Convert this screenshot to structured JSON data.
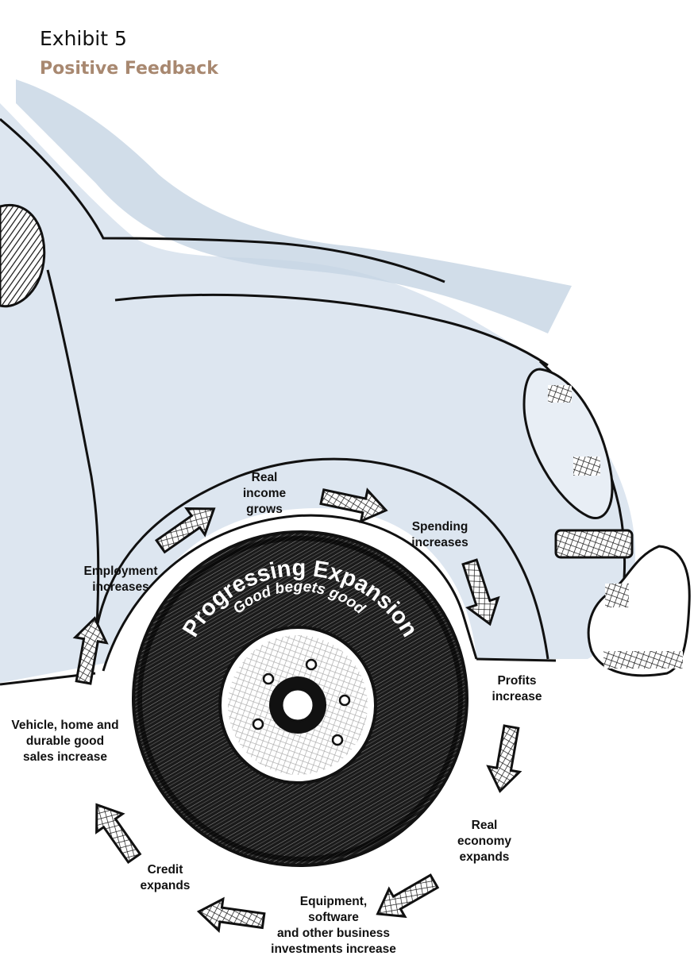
{
  "exhibit": {
    "title": "Exhibit 5",
    "subtitle": "Positive Feedback"
  },
  "wheel": {
    "title": "Progressing Expansion",
    "subtitle": "Good begets good"
  },
  "cycle_steps": [
    {
      "id": "real-income-grows",
      "label": "Real\nincome\ngrows"
    },
    {
      "id": "spending-increases",
      "label": "Spending\nincreases"
    },
    {
      "id": "profits-increase",
      "label": "Profits\nincrease"
    },
    {
      "id": "real-economy-expands",
      "label": "Real\neconomy\nexpands"
    },
    {
      "id": "equipment-investments",
      "label": "Equipment,\nsoftware\nand other business\ninvestments increase"
    },
    {
      "id": "credit-expands",
      "label": "Credit\nexpands"
    },
    {
      "id": "vehicle-sales-increase",
      "label": "Vehicle, home and\ndurable good\nsales increase"
    },
    {
      "id": "employment-increases",
      "label": "Employment\nincreases"
    }
  ],
  "colors": {
    "car_body": "#dde6f0",
    "car_shadow": "#c6d4e4",
    "title": "#111111",
    "subtitle": "#a88870",
    "ink": "#111111"
  }
}
